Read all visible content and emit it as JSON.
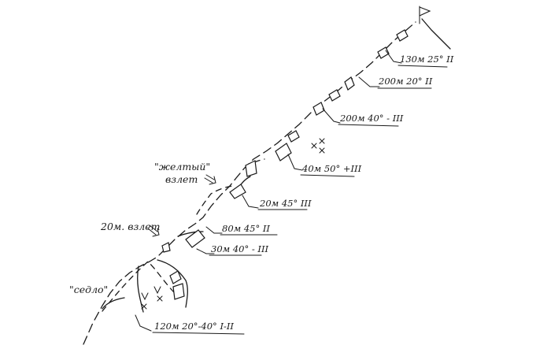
{
  "labels": {
    "saddle": "\"седло\"",
    "yellow_band_line1": "\"желтый\"",
    "yellow_band_line2": "взлет",
    "band_20m": "20м. взлет",
    "pitch_1": "130м 25° II",
    "pitch_2": "200м 20° II",
    "pitch_3": "200м 40° - III",
    "pitch_4": "40м 50° +III",
    "pitch_5": "20м 45° III",
    "pitch_6": "80м 45° II",
    "pitch_7": "30м 40° - III",
    "pitch_8": "120м 20°-40° I-II"
  },
  "icons": {
    "summit": "flag-icon",
    "belay": "rock-outcrop-icon",
    "crevasse": "cross-mark-icon",
    "direction": "double-arrow-icon"
  }
}
